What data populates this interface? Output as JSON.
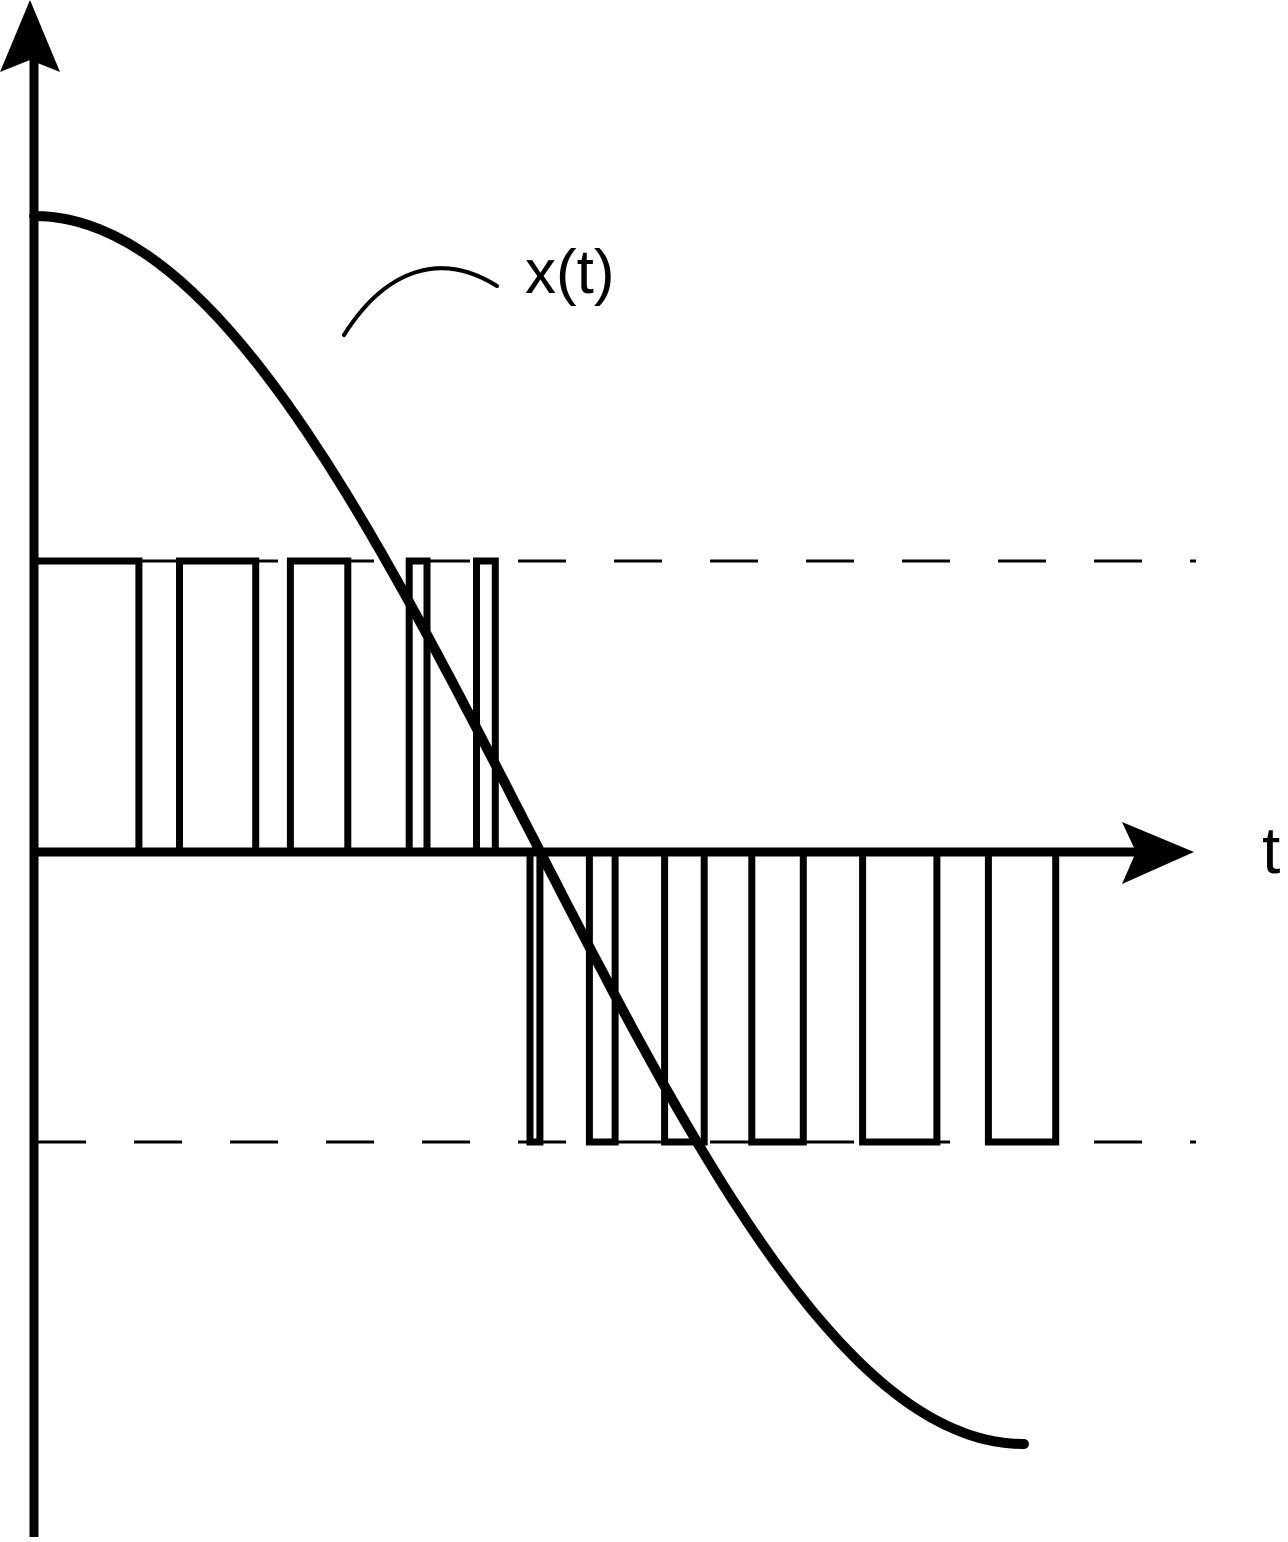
{
  "labels": {
    "curve": "x(t)",
    "time_axis": "t"
  },
  "colors": {
    "ink": "#000000",
    "background": "#ffffff"
  },
  "diagram": {
    "description_free_note": "",
    "curve": "x(t)",
    "positive_pulses": [
      [
        0,
        0.106
      ],
      [
        0.147,
        0.224
      ],
      [
        0.259,
        0.317
      ],
      [
        0.379,
        0.397
      ],
      [
        0.447,
        0.466
      ]
    ],
    "negative_pulses": [
      [
        0.501,
        0.511
      ],
      [
        0.561,
        0.587
      ],
      [
        0.637,
        0.677
      ],
      [
        0.725,
        0.777
      ],
      [
        0.837,
        0.912
      ],
      [
        0.964,
        1.032
      ]
    ]
  }
}
